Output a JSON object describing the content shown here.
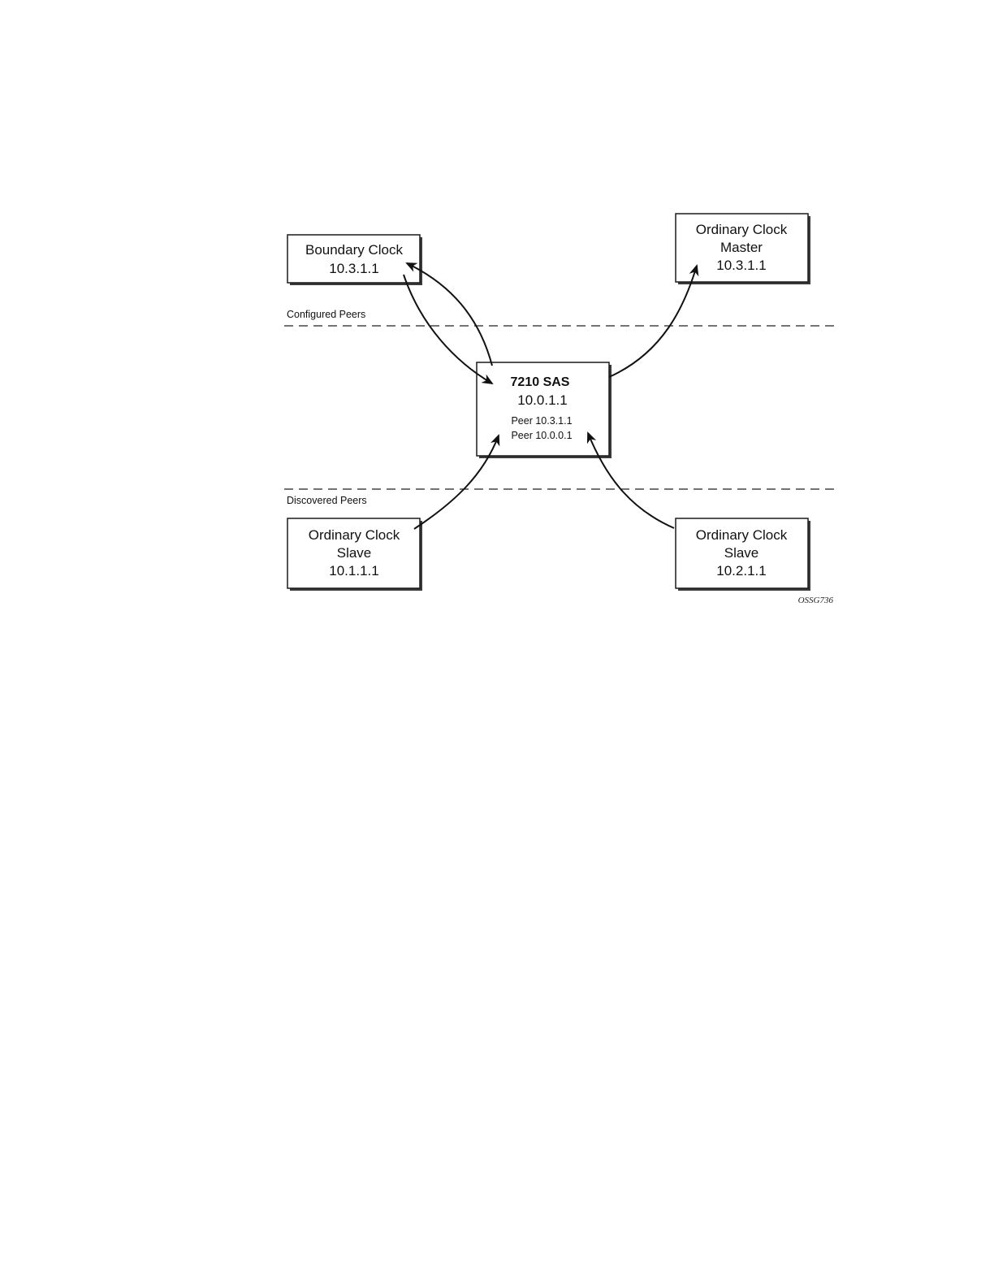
{
  "nodes": {
    "boundary_clock": {
      "line1": "Boundary Clock",
      "line2": "10.3.1.1"
    },
    "oc_master": {
      "line1": "Ordinary Clock",
      "line2": "Master",
      "line3": "10.3.1.1"
    },
    "sas": {
      "title": "7210 SAS",
      "ip": "10.0.1.1",
      "peer1": "Peer 10.3.1.1",
      "peer2": "Peer 10.0.0.1"
    },
    "oc_slave_left": {
      "line1": "Ordinary Clock",
      "line2": "Slave",
      "line3": "10.1.1.1"
    },
    "oc_slave_right": {
      "line1": "Ordinary Clock",
      "line2": "Slave",
      "line3": "10.2.1.1"
    }
  },
  "zones": {
    "configured": "Configured Peers",
    "discovered": "Discovered Peers"
  },
  "edges": [
    {
      "from": "boundary_clock",
      "to": "sas"
    },
    {
      "from": "sas",
      "to": "boundary_clock"
    },
    {
      "from": "sas",
      "to": "oc_master"
    },
    {
      "from": "oc_slave_left",
      "to": "sas"
    },
    {
      "from": "oc_slave_right",
      "to": "sas"
    }
  ],
  "figure_id": "OSSG736"
}
